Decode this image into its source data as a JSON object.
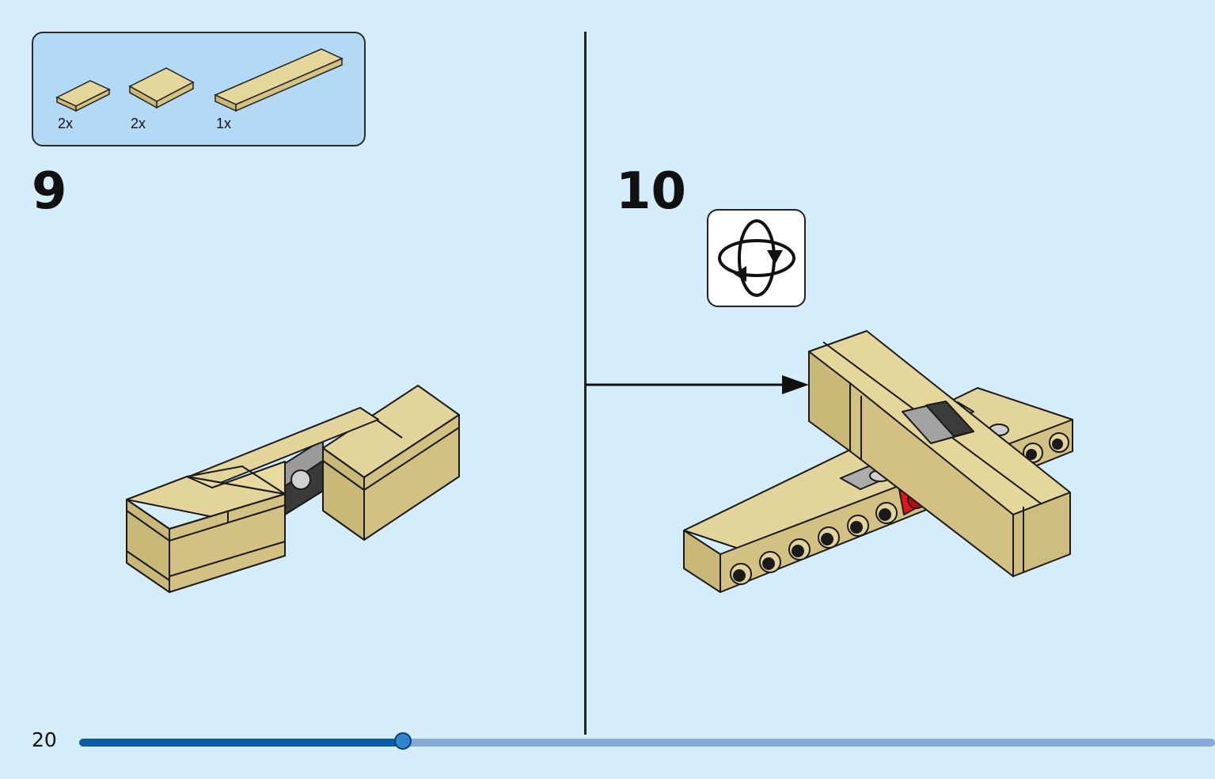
{
  "page": {
    "number": "20"
  },
  "parts_list": [
    {
      "qty": "2x",
      "part": "tan-tile-1x2"
    },
    {
      "qty": "2x",
      "part": "tan-tile-2x2"
    },
    {
      "qty": "1x",
      "part": "tan-tile-1x6"
    }
  ],
  "steps": [
    {
      "number": "9"
    },
    {
      "number": "10",
      "icon": "rotate-model-icon"
    }
  ],
  "progress": {
    "fraction": 0.285
  },
  "colors": {
    "background": "#d5ecfb",
    "parts_box": "#b4d9f5",
    "tan": "#dccd91",
    "tan_dark": "#c4b373",
    "red": "#e3151a",
    "grey": "#a9a9a9",
    "progress_fill": "#0c5da8",
    "progress_track": "#86a9d8"
  }
}
